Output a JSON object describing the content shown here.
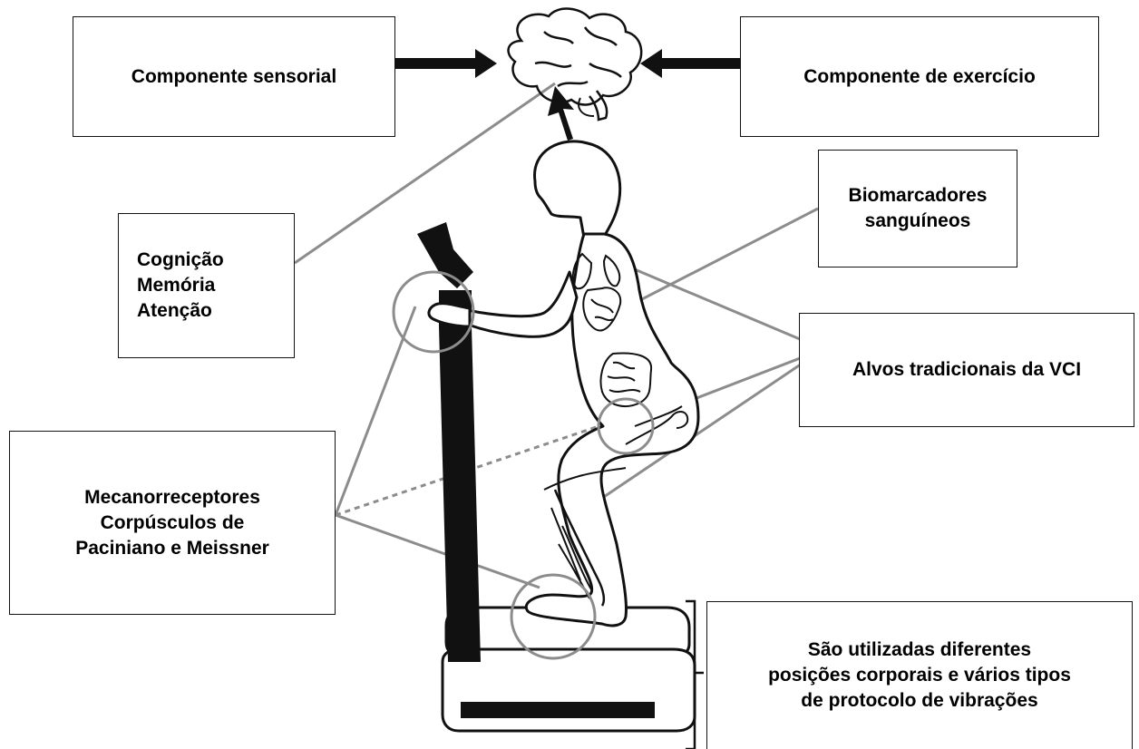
{
  "labels": {
    "sensory": "Componente sensorial",
    "exercise": "Componente de exercício",
    "biomarkers": [
      "Biomarcadores",
      "sanguíneos"
    ],
    "cognition": [
      "Cognição",
      "Memória",
      "Atenção"
    ],
    "traditional_targets": "Alvos tradicionais da VCI",
    "mechanoreceptors": [
      "Mecanorreceptores",
      "Corpúsculos de",
      "Paciniano e Meissner"
    ],
    "protocols": [
      "São utilizadas diferentes",
      "posições corporais e vários tipos",
      "de protocolo de vibrações"
    ]
  },
  "colors": {
    "line": "#8c8c8c",
    "ink": "#111111"
  }
}
